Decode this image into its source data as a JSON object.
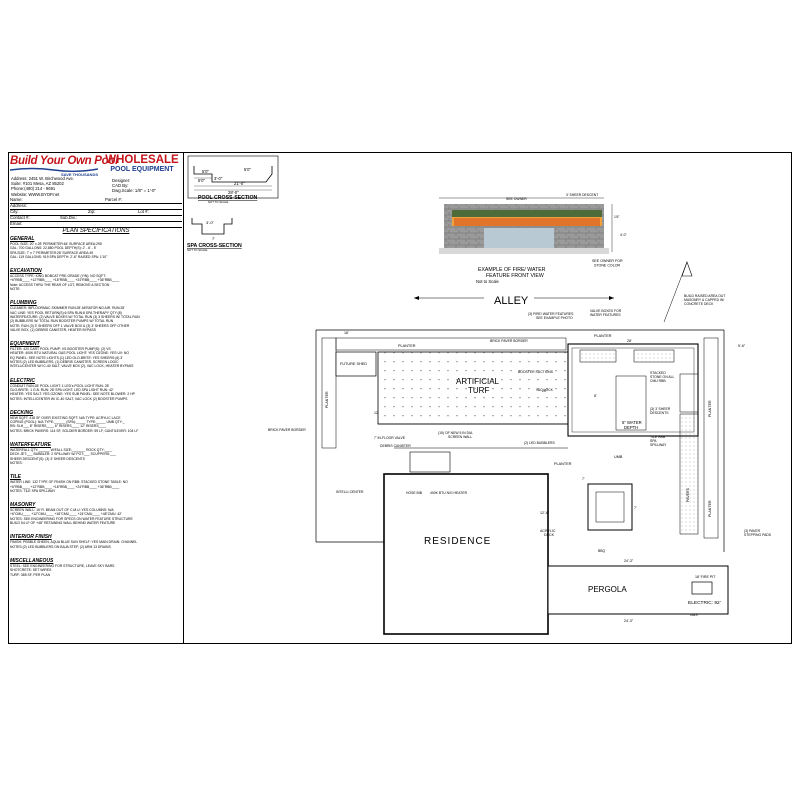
{
  "titleblock": {
    "logo_main": "Build Your Own Pool",
    "logo_tag": "SAVE THOUSANDS",
    "wholesale_title": "WHOLESALE",
    "wholesale_sub": "POOL EQUIPMENT",
    "address_lines": [
      "Address: 2451 W. Birchwood Ave.",
      "Suite: #101 Mesa, AZ 85202",
      "Phone:(480) 214 - 9691",
      "Website: WWW.BYOP.net"
    ],
    "designer": "Designer:",
    "cad_by": "CAD By:",
    "dwg_scale": "Dwg.Scale: 1/8\" = 1'-0\"",
    "name": "Name:",
    "parcel": "Parcel #:",
    "address": "Address:",
    "city": "City:",
    "zip": "Zip:",
    "lot": "Lot #:",
    "contact": "Contact #:",
    "subdiv": "Sub.Div.:",
    "email": "Email:",
    "plan_specs": "PLAN  SPECIFICATIONS"
  },
  "sections": [
    {
      "title": "GENERAL",
      "lines": [
        "POOL SIZE: 20' x 28'       PERIMETER:64'     SURFACE AREA:295",
        "GAL: 700        GALLONS: 22,880        POOL DEPTH(S): 2' - 6' - 5'",
        "SPA SIZE: 7' x 7'       PERIMETER:28'     SURFACE AREA:49",
        "GAL: 119        GALLONS: 919        SPA DEPTH: 2'-6\"     RAISED SPA: 1'10\""
      ]
    },
    {
      "title": "EXCAVATION",
      "lines": [
        "ACCESS TYPE: KING BOBCAT      PRE-GRADE (Y/N): NO    SQFT:",
        "+6\"RBB____  +12\"RBB____  +18\"RBB____  +24\"RBB____  +36\"RBB____",
        "Note: ACCESS THRU THE REAR OF LOT, REMOVE A SECTION",
        "NOTE:"
      ]
    },
    {
      "title": "PLUMBING",
      "lines": [
        "CLEANER: INFLOORMAC    SKIMMER RUN:28'    AERATOR:NO    AIR. RUN:28'",
        "VAC LINE: YES   POOL RETURN(S):6    SPA RUN:8    SPA THERAPY QTY:(8)",
        "WATERFEATURE: (2) VALVE BOXES W/ TOTAL RUN (3) 3 SHEERS W/ TOTAL RUN",
        "(2) BUBBLERS W/ TOTAL RUN BOOSTER PUMPS W/ TOTAL RUN",
        "NOTE: RUN (3) 3' SHEERS OFF 1 VALVE BOX & (3) 3' SHEERS OFF OTHER",
        "VALVE BOX, (1) DEBRIS CANISTER, HEATER BYPASS"
      ]
    },
    {
      "title": "EQUIPMENT",
      "lines": [
        "FILTER: 420 CART    POOL PUMP: VS    BOOSTER PUMP(S): (2) VS",
        "HEATER: 400K BTU NATURAL GAS    POOL LIGHT: YES    OZONE: YES    UV: NO",
        "EQ PANEL: SEE NOTE   LIGHTS:(1) LED   GLO-BRITE: YES   SHEERS:(6) 3'",
        "NOTES:(2) LED BUBBLERS, (1) DEBRIS CANISTER, SCREEN LOGIC",
        "INTELLICENTER W/ IC-40 SALT, VALVE BOX (2), VAC LOCK, HEATER BYPASS"
      ]
    },
    {
      "title": "ELECTRIC",
      "lines": [
        "CONDUIT RUN:28'    POOL LIGHT: 1 LED's    POOL LIGHT RUN: 28'",
        "GLO-BRITE: 1    G.B. RUN: 28'    SPA LIGHT: LED    SPA LIGHT RUN: 42'",
        "HEATER: YES  SALT: YES  OZONE: YES  SUB PANEL: SEE NOTE  BLOWER: 2 HP",
        "NOTES: INTELLICENTER W/ IC-40 SALT, VAC LOCK (2) BOOSTER PUMPS"
      ]
    },
    {
      "title": "DECKING",
      "lines": [
        "NEW SQFT: 418 SF OVER EXISTING SQFT: N/A    TYPE:    ACRYLIC LACE",
        "COPING (POOL): N/A   TYPE:______ (SPA):_____  TYPE:_____  UMB QTY:_",
        "RB: SLH___  8\" RISERS____  6\" RISERS____  12\" RISERS____",
        "NOTES: BRICK PAVERS: 114 SF, SOLDIER BORDER: 59 LF, CANTILEVER: 104 LF"
      ]
    },
    {
      "title": "WATERFEATURE",
      "lines": [
        "WATERFALL QTY:______  W/FALL SIZE:_______  ROCK QTY:____",
        "DECK JET:___  BUBBLER: 2  SPILLWAY W/ POT:___  SCUPPERS:___",
        "SHEER DESCENT(S): (3) 3' SHEER DESCENTS",
        "NOTES:"
      ]
    },
    {
      "title": "TILE",
      "lines": [
        "WATER LINE: 132    TYPE OF FINISH ON RBB: STACKED STONE    TABLE: NO",
        "+6\"RBB____  +12\"RBB____  +18\"RBB____  +24\"RBB____  +36\"RBB____",
        "NOTES: TILE SPA SPILLWAY"
      ]
    },
    {
      "title": "MASONRY",
      "lines": [
        "SCREEN WALL: 15'   R. BEAM OUT OF C.M.U: YES   COLUMNS: N/A",
        "+6\"CMU____  +12\"CMU____  +18\"CMU____  +24\"CMU____  +48\"CMU: 42'",
        "NOTES: SEE ENGINEERING FOR SPECS ON WATER FEATURE STRUCTURE",
        "BUILD 54 LF OF +48\" RETAINING WALL BEHIND WATER FEATURE"
      ]
    },
    {
      "title": "INTERIOR FINISH",
      "lines": [
        "FINISH: PEBBLE SHEEN, AQUA BLUE   SUN SHELF: YES   MAIN DRAIN: CHANNEL",
        "NOTES:(2) LED BUBBLERS ON BAJA STEP, (2) ARM 13 DRAINS"
      ]
    },
    {
      "title": "MISCELLANEOUS",
      "lines": [
        "STEEL: SEE ENGINEERING FOR STRUCTURE, LEAVE SKY BARS",
        "SHOTCRETE: SET WIRES",
        "TURF: 385 SF, PER PLAN"
      ]
    }
  ],
  "drawing": {
    "pool_xsec_title": "POOL CROSS-SECTION",
    "pool_xsec_note": "NOT TO SCALE",
    "spa_xsec_title": "SPA CROSS-SECTION",
    "spa_xsec_note": "NOT TO SCALE",
    "pool_dims": [
      "5'0\"",
      "5'0\"",
      "3'-0\"",
      "21'-0\"",
      "5'0\"",
      "28'-0\""
    ],
    "spa_dims": [
      "3'-0\"",
      "7'"
    ],
    "feature_labels": [
      "SEE OWNER",
      "3' SHEER DESCENT",
      "SEE OWNER FOR",
      "STONE COLOR",
      "1'6\"",
      "4'-0\""
    ],
    "feature_caption_1": "EXAMPLE OF FIRE/ WATER",
    "feature_caption_2": "FEATURE FRONT VIEW",
    "feature_caption_3": "Not to Scale",
    "alley": "ALLEY",
    "residence": "RESIDENCE",
    "pergola": "PERGOLA",
    "turf_1": "ARTIFICIAL",
    "turf_2": "TURF",
    "labels": [
      "FUTURE SHED",
      "PLANTER",
      "BRICK PAVER BORDER",
      "(3) FIRE/ WATER FEATURES",
      "SEE EXAMPLE PHOTO",
      "VALVE BOXES FOR",
      "WATER FEATURES",
      "BUILD RAISED AREA OUT",
      "MASONRY & CAPPED W/",
      "CONCRETE DECK",
      "PLANTER",
      "BOOSTER SUCTIONS",
      "VAC LOCK",
      "STACKED",
      "STONE ON ALL",
      "CMU RBB",
      "6\" WATER",
      "DEPTH",
      "(3) 3' SHEER",
      "DESCENTS",
      "TILE RBB",
      "SPA",
      "SPILLWAY",
      "(2) LED BUBBLERS",
      "UMB",
      "(15) OF NEW 5 IN DIA.",
      "SCREEN WALL",
      "7' IN-FLOOR VALVE",
      "DEBRIS CANISTER",
      "PLANTER",
      "INTELLI-CENTER",
      "HOSE BIB",
      "400K BTU N/G HEATER",
      "ACRYLIC",
      "DECK",
      "18' FIRE PIT",
      "BBQ",
      "GAS",
      "ELECTRIC: 92'",
      "(3) PAVER",
      "STEPPING PADS",
      "PLANTER",
      "PAVERS",
      "PLANTER",
      "PLANTER",
      "BRICK PAVER BORDER"
    ],
    "dims": [
      "18'",
      "12'",
      "24'-3\"",
      "20'",
      "28'",
      "7'",
      "7'",
      "12'-6\"",
      "24'-3\"",
      "5'-6\"",
      "8'"
    ]
  }
}
